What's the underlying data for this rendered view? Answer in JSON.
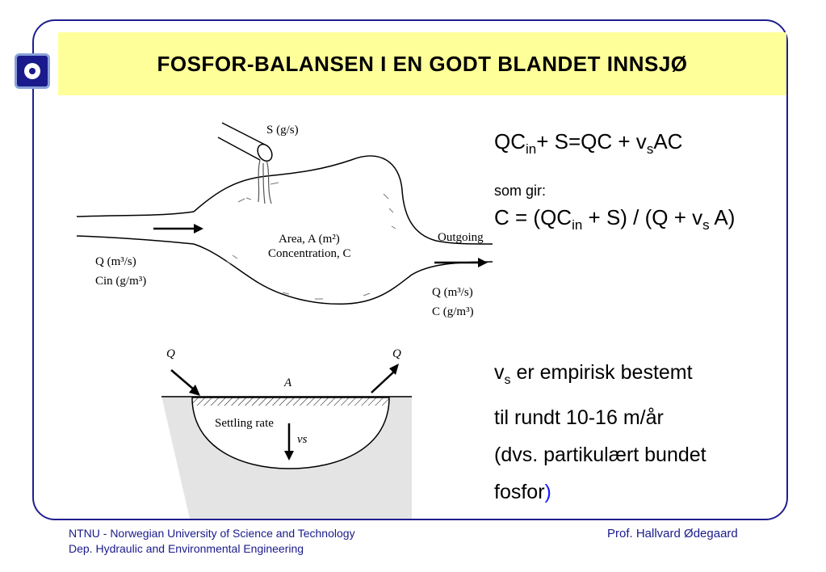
{
  "slide": {
    "title": "FOSFOR-BALANSEN I EN GODT BLANDET INNSJØ",
    "equation1": {
      "a": "QC",
      "a_sub": "in",
      "b": "+ S=QC + v",
      "b_sub": "s",
      "c": "AC"
    },
    "som_gir": "som gir:",
    "equation2": {
      "a": "C = (QC",
      "a_sub": "in",
      "b": " + S) / (Q + v",
      "b_sub": "s",
      "c": " A)"
    },
    "note": {
      "v": "v",
      "v_sub": "s",
      "line1": " er empirisk bestemt",
      "line2": "til rundt 10-16 m/år",
      "line3": "(dvs. partikulært bundet",
      "line4": "fosfor",
      "close": ")"
    }
  },
  "diagram_top": {
    "source_label": "S (g/s)",
    "area_label": "Area, A (m²)",
    "concentration_label": "Concentration, C",
    "inflow_q": "Q  (m³/s)",
    "inflow_c": "Cin  (g/m³)",
    "outgoing_label": "Outgoing",
    "outflow_q": "Q  (m³/s)",
    "outflow_c": "C (g/m³)"
  },
  "diagram_bottom": {
    "q_in": "Q",
    "q_out": "Q",
    "area": "A",
    "settling_rate": "Settling rate",
    "vs": "vs"
  },
  "footer": {
    "institution": "NTNU - Norwegian University of Science and Technology",
    "department": "Dep. Hydraulic and Environmental Engineering",
    "author": "Prof. Hallvard Ødegaard"
  },
  "colors": {
    "title_bg": "#ffff99",
    "frame": "#1f1f8f",
    "footer_text": "#1a1a8c"
  }
}
